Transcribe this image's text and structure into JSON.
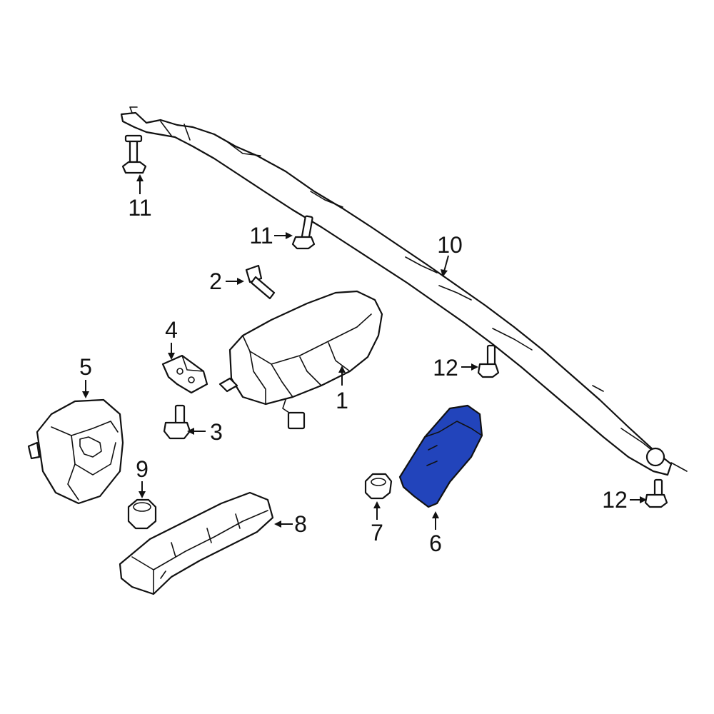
{
  "diagram": {
    "highlight_color": "#2244bb",
    "highlighted_callout": "6",
    "callouts": [
      {
        "id": "c1",
        "label": "1",
        "part": "passenger-airbag"
      },
      {
        "id": "c2",
        "label": "2",
        "part": "bolt"
      },
      {
        "id": "c3",
        "label": "3",
        "part": "bolt"
      },
      {
        "id": "c4",
        "label": "4",
        "part": "bracket"
      },
      {
        "id": "c5",
        "label": "5",
        "part": "steering-wheel-airbag"
      },
      {
        "id": "c6",
        "label": "6",
        "part": "seat-side-airbag"
      },
      {
        "id": "c7",
        "label": "7",
        "part": "nut"
      },
      {
        "id": "c8",
        "label": "8",
        "part": "knee-airbag"
      },
      {
        "id": "c9",
        "label": "9",
        "part": "nut"
      },
      {
        "id": "c10",
        "label": "10",
        "part": "curtain-airbag"
      },
      {
        "id": "c11a",
        "label": "11",
        "part": "bolt"
      },
      {
        "id": "c11b",
        "label": "11",
        "part": "bolt"
      },
      {
        "id": "c12a",
        "label": "12",
        "part": "bolt"
      },
      {
        "id": "c12b",
        "label": "12",
        "part": "bolt"
      }
    ]
  }
}
